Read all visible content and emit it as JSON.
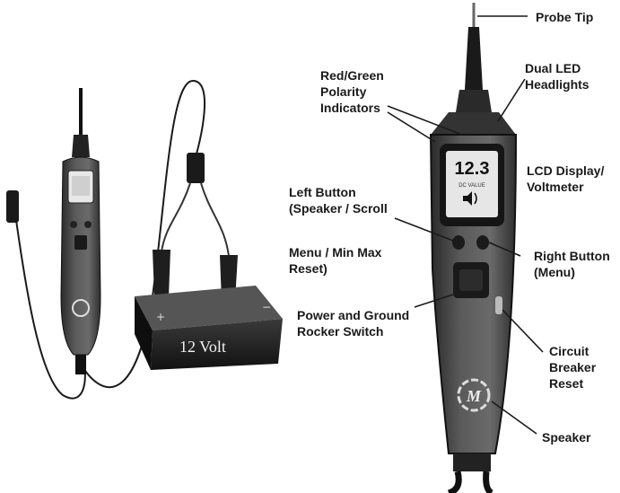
{
  "battery": {
    "label": "12 Volt",
    "plus": "+",
    "minus": "−"
  },
  "lcd": {
    "small": {
      "reading": "",
      "mode": ""
    },
    "large": {
      "reading": "12.3",
      "mode": "DC VALUE"
    }
  },
  "logo": {
    "text": "M"
  },
  "callouts": {
    "probe_tip": [
      "Probe Tip"
    ],
    "dual_led": [
      "Dual LED",
      "Headlights"
    ],
    "polarity": [
      "Red/Green",
      "Polarity",
      "Indicators"
    ],
    "lcd_display": [
      "LCD Display/",
      "Voltmeter"
    ],
    "left_button": [
      "Left Button",
      "(Speaker / Scroll"
    ],
    "right_button": [
      "Right Button",
      "(Menu)"
    ],
    "menu_reset": [
      "Menu / Min Max",
      "Reset)"
    ],
    "rocker": [
      "Power and Ground",
      "Rocker Switch"
    ],
    "breaker": [
      "Circuit",
      "Breaker",
      "Reset"
    ],
    "speaker": [
      "Speaker"
    ]
  },
  "colors": {
    "body": "#4a4a4a",
    "body_dark": "#1f1f1f",
    "screen": "#e6e6e6",
    "line": "#1a1a1a"
  }
}
